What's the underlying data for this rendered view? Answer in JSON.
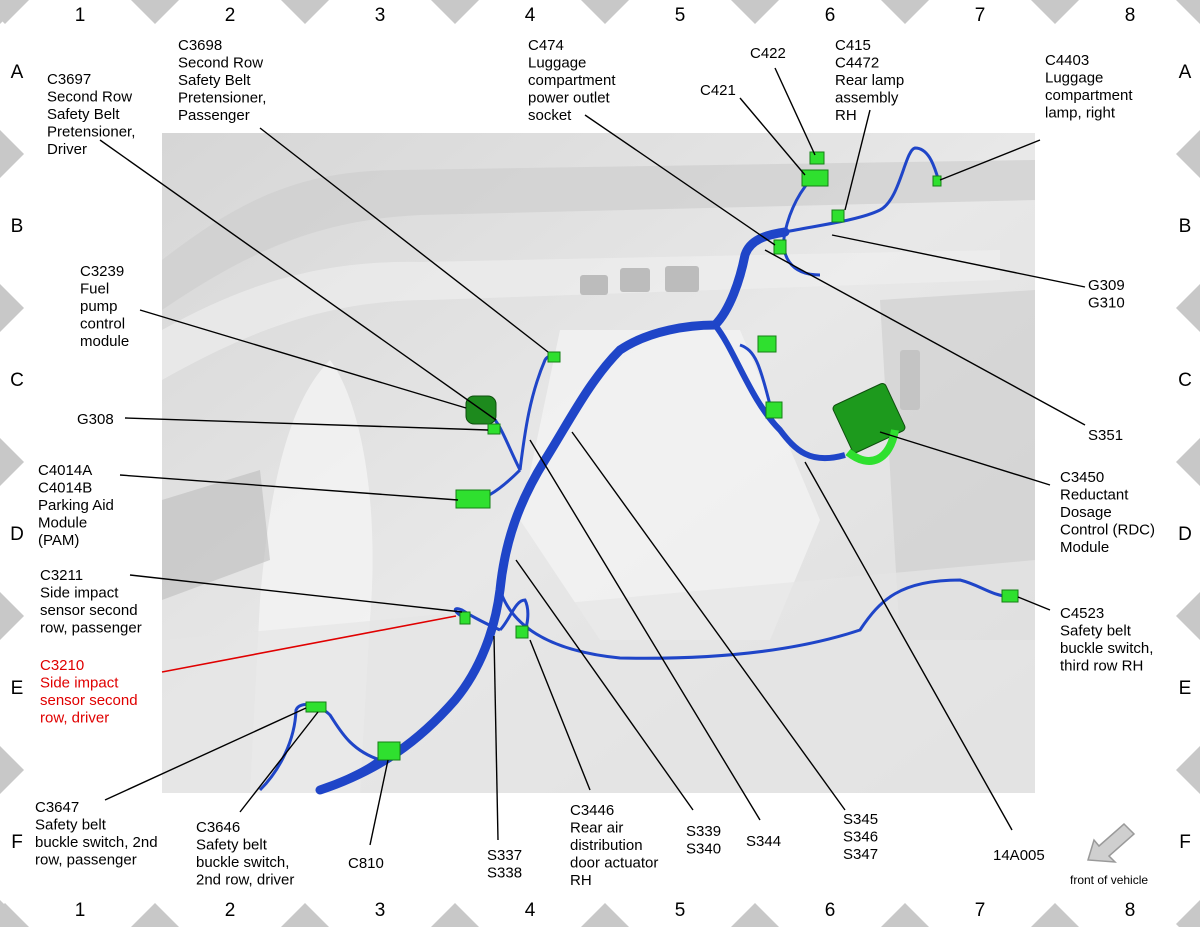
{
  "grid": {
    "columns": [
      "1",
      "2",
      "3",
      "4",
      "5",
      "6",
      "7",
      "8"
    ],
    "rows": [
      "A",
      "B",
      "C",
      "D",
      "E",
      "F"
    ]
  },
  "labels": {
    "c3698": [
      "C3698",
      "Second Row",
      "Safety Belt",
      "Pretensioner,",
      "Passenger"
    ],
    "c3697": [
      "C3697",
      "Second Row",
      "Safety Belt",
      "Pretensioner,",
      "Driver"
    ],
    "c474": [
      "C474",
      "Luggage",
      "compartment",
      "power outlet",
      "socket"
    ],
    "c422": [
      "C422"
    ],
    "c421": [
      "C421"
    ],
    "c415": [
      "C415",
      "C4472",
      "Rear lamp",
      "assembly",
      "RH"
    ],
    "c4403": [
      "C4403",
      "Luggage",
      "compartment",
      "lamp, right"
    ],
    "g309": [
      "G309",
      "G310"
    ],
    "c3239": [
      "C3239",
      "Fuel",
      "pump",
      "control",
      "module"
    ],
    "s351": [
      "S351"
    ],
    "g308": [
      "G308"
    ],
    "c4014": [
      "C4014A",
      "C4014B",
      "Parking Aid",
      "Module",
      "(PAM)"
    ],
    "c3450": [
      "C3450",
      "Reductant",
      "Dosage",
      "Control (RDC)",
      "Module"
    ],
    "c3211": [
      "C3211",
      "Side impact",
      "sensor second",
      "row, passenger"
    ],
    "c3210": [
      "C3210",
      "Side impact",
      "sensor second",
      "row, driver"
    ],
    "c4523": [
      "C4523",
      "Safety belt",
      "buckle switch,",
      "third row RH"
    ],
    "c3647": [
      "C3647",
      "Safety belt",
      "buckle switch, 2nd",
      "row, passenger"
    ],
    "c3646": [
      "C3646",
      "Safety belt",
      "buckle switch,",
      "2nd row, driver"
    ],
    "c810": [
      "C810"
    ],
    "s337": [
      "S337",
      "S338"
    ],
    "c3446": [
      "C3446",
      "Rear air",
      "distribution",
      "door actuator",
      "RH"
    ],
    "s339": [
      "S339",
      "S340"
    ],
    "s344": [
      "S344"
    ],
    "s345": [
      "S345",
      "S346",
      "S347"
    ],
    "a14a005": [
      "14A005"
    ],
    "front": [
      "front of vehicle"
    ]
  },
  "colors": {
    "harness": "#1f45c8",
    "connector": "#2fe02f",
    "background_panel": "#e2e2e2",
    "highlight_label": "#e00000",
    "border_diamond": "#c8c8c8"
  }
}
